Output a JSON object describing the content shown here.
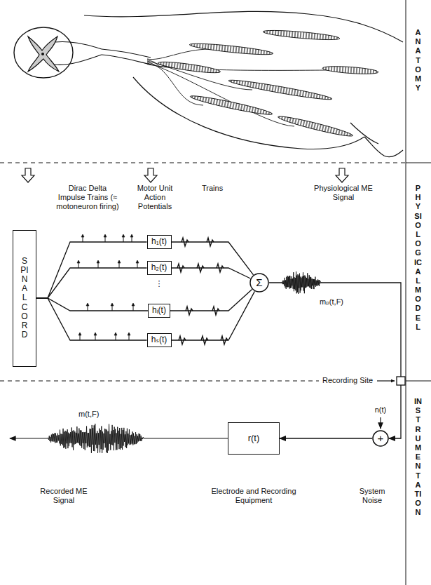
{
  "diagram": {
    "nodes": [
      {
        "text": [
          "SPINAL CORD"
        ]
      },
      {
        "text": [
          "h₁(t)"
        ]
      },
      {
        "text": [
          "h₂(t)"
        ]
      },
      {
        "text": [
          "hᵢ(t)"
        ]
      },
      {
        "text": [
          "hₛ(t)"
        ]
      },
      {
        "text": [
          "Σ"
        ]
      },
      {
        "text": [
          "+"
        ]
      },
      {
        "text": [
          "r(t)"
        ]
      }
    ],
    "edges": [
      {
        "from": 0,
        "to": 1,
        "arrow": "none"
      },
      {
        "from": 0,
        "to": 2,
        "arrow": "none"
      },
      {
        "from": 0,
        "to": 3,
        "arrow": "none"
      },
      {
        "from": 0,
        "to": 4,
        "arrow": "none"
      },
      {
        "from": 1,
        "to": 5,
        "arrow": "none"
      },
      {
        "from": 2,
        "to": 5,
        "arrow": "none"
      },
      {
        "from": 3,
        "to": 5,
        "arrow": "none"
      },
      {
        "from": 4,
        "to": 5,
        "arrow": "none"
      },
      {
        "from": 5,
        "to": 6,
        "arrow": "to"
      },
      {
        "from": 6,
        "to": 7,
        "arrow": "to"
      }
    ],
    "labels": [
      "Dirac Delta Impulse Trains (≈ motoneuron firing)",
      "Motor Unit Action Potentials",
      "Trains",
      "Physiological ME Signal",
      "⋮",
      "mₚ(t,F)",
      "Recording Site",
      "n(t)",
      "m(t,F)",
      "Recorded ME Signal",
      "Electrode and Recording Equipment",
      "System Noise",
      "ANATOMY",
      "PHYSIOLOGICAL MODEL",
      "INSTRUMENTATION"
    ]
  }
}
